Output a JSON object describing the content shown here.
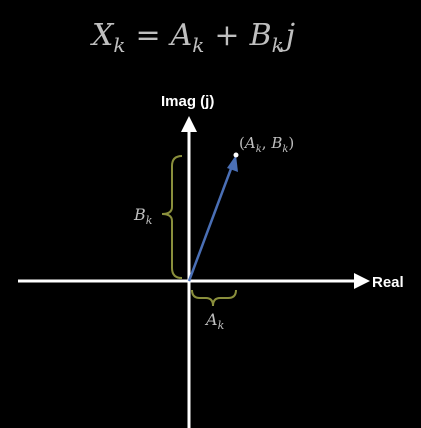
{
  "equation": {
    "lhs_var": "X",
    "lhs_sub": "k",
    "equals": "=",
    "a_var": "A",
    "a_sub": "k",
    "plus": "+",
    "b_var": "B",
    "b_sub": "k",
    "imag_unit": "j"
  },
  "axes": {
    "vertical_label": "Imag (j)",
    "horizontal_label": "Real"
  },
  "point_label": {
    "open": "(",
    "a_var": "A",
    "a_sub": "k",
    "comma": ", ",
    "b_var": "B",
    "b_sub": "k",
    "close": ")"
  },
  "brace_labels": {
    "vertical_var": "B",
    "vertical_sub": "k",
    "horizontal_var": "A",
    "horizontal_sub": "k"
  },
  "colors": {
    "background": "#000000",
    "axes": "#ffffff",
    "vector": "#4a6fb5",
    "braces": "#8a8f3c",
    "math_text": "#bfbfbf"
  }
}
